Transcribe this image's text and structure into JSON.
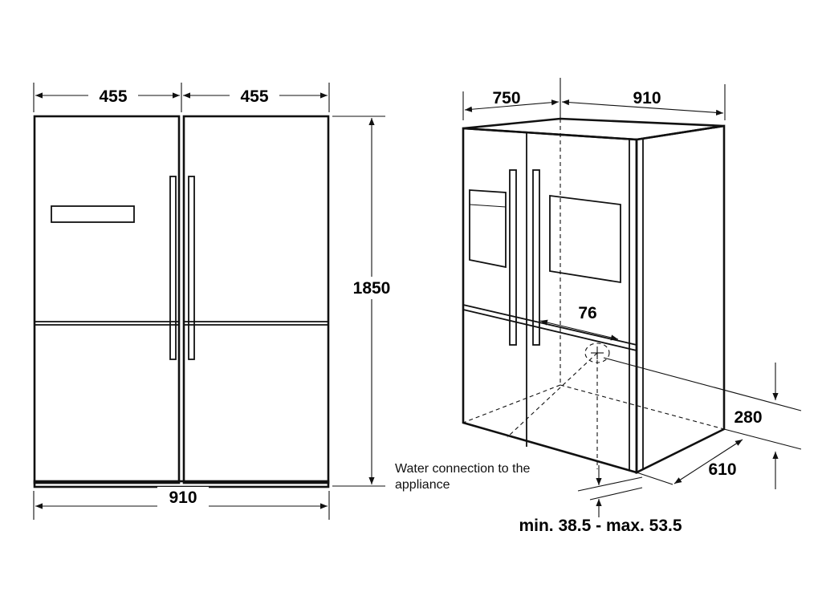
{
  "front_view": {
    "dim_left_door_width": "455",
    "dim_right_door_width": "455",
    "dim_height": "1850",
    "dim_total_width": "910"
  },
  "iso_view": {
    "dim_depth": "750",
    "dim_width": "910",
    "dim_connection_offset": "76",
    "dim_connection_height": "280",
    "dim_connection_depth": "610",
    "dim_clearance": "min. 38.5 - max. 53.5",
    "water_note_line1": "Water connection to the",
    "water_note_line2": "appliance"
  }
}
